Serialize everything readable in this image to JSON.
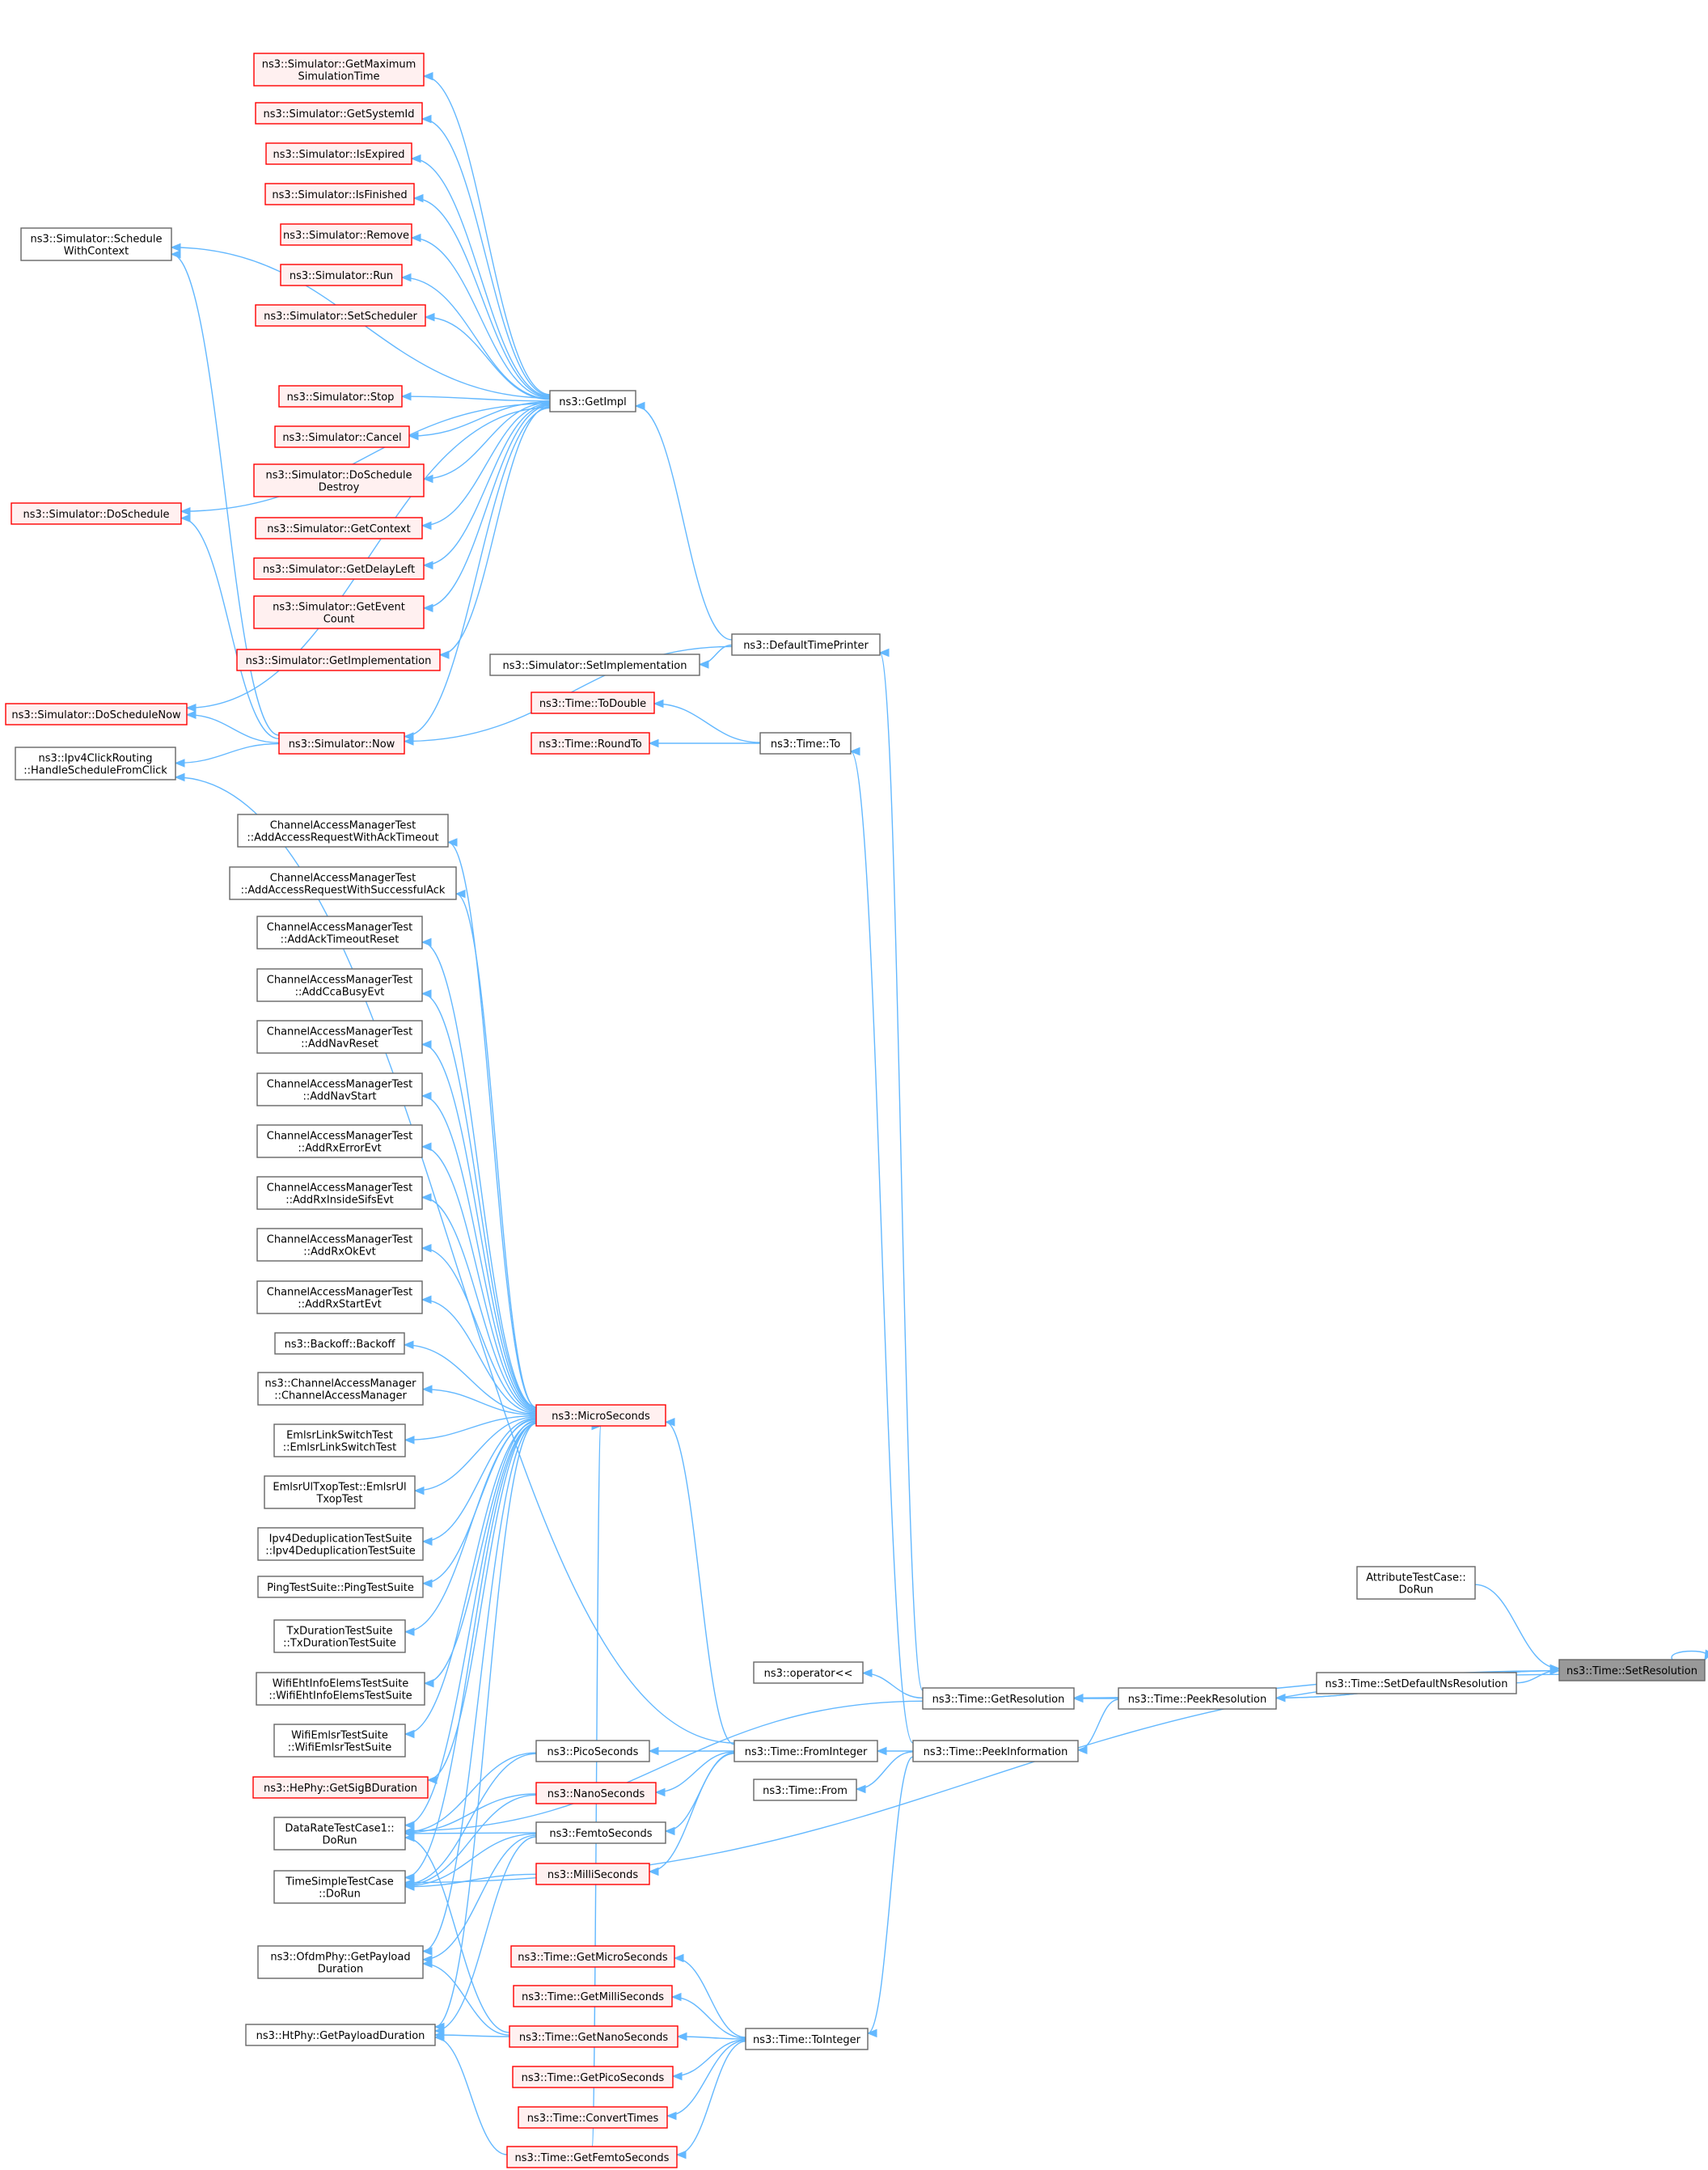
{
  "colors": {
    "edge": "#63b8ff",
    "node_fill": "#ffffff",
    "node_stroke": "#666666",
    "truncated_fill": "#fff0f0",
    "truncated_stroke": "#ff0000",
    "root_fill": "#999999",
    "root_stroke": "#666666"
  },
  "nodes": [
    {
      "id": "setres",
      "lines": [
        "ns3::Time::SetResolution"
      ],
      "style": "root"
    },
    {
      "id": "attr",
      "lines": [
        "AttributeTestCase::",
        "DoRun"
      ],
      "style": "normal"
    },
    {
      "id": "setdef",
      "lines": [
        "ns3::Time::SetDefaultNsResolution"
      ],
      "style": "normal"
    },
    {
      "id": "peekres",
      "lines": [
        "ns3::Time::PeekResolution"
      ],
      "style": "normal"
    },
    {
      "id": "getres",
      "lines": [
        "ns3::Time::GetResolution"
      ],
      "style": "normal"
    },
    {
      "id": "opshift",
      "lines": [
        "ns3::operator<<"
      ],
      "style": "normal"
    },
    {
      "id": "peekinfo",
      "lines": [
        "ns3::Time::PeekInformation"
      ],
      "style": "normal"
    },
    {
      "id": "frominteger",
      "lines": [
        "ns3::Time::FromInteger"
      ],
      "style": "normal"
    },
    {
      "id": "from",
      "lines": [
        "ns3::Time::From"
      ],
      "style": "normal"
    },
    {
      "id": "tointeger",
      "lines": [
        "ns3::Time::ToInteger"
      ],
      "style": "normal"
    },
    {
      "id": "to",
      "lines": [
        "ns3::Time::To"
      ],
      "style": "normal"
    },
    {
      "id": "todouble",
      "lines": [
        "ns3::Time::ToDouble"
      ],
      "style": "trunc"
    },
    {
      "id": "roundto",
      "lines": [
        "ns3::Time::RoundTo"
      ],
      "style": "trunc"
    },
    {
      "id": "deftp",
      "lines": [
        "ns3::DefaultTimePrinter"
      ],
      "style": "normal"
    },
    {
      "id": "setimpl",
      "lines": [
        "ns3::Simulator::SetImplementation"
      ],
      "style": "normal"
    },
    {
      "id": "getimpl",
      "lines": [
        "ns3::GetImpl"
      ],
      "style": "normal"
    },
    {
      "id": "now",
      "lines": [
        "ns3::Simulator::Now"
      ],
      "style": "trunc"
    },
    {
      "id": "getmax",
      "lines": [
        "ns3::Simulator::GetMaximum",
        "SimulationTime"
      ],
      "style": "trunc"
    },
    {
      "id": "getsys",
      "lines": [
        "ns3::Simulator::GetSystemId"
      ],
      "style": "trunc"
    },
    {
      "id": "isexp",
      "lines": [
        "ns3::Simulator::IsExpired"
      ],
      "style": "trunc"
    },
    {
      "id": "isfin",
      "lines": [
        "ns3::Simulator::IsFinished"
      ],
      "style": "trunc"
    },
    {
      "id": "remove",
      "lines": [
        "ns3::Simulator::Remove"
      ],
      "style": "trunc"
    },
    {
      "id": "run",
      "lines": [
        "ns3::Simulator::Run"
      ],
      "style": "trunc"
    },
    {
      "id": "setsched",
      "lines": [
        "ns3::Simulator::SetScheduler"
      ],
      "style": "trunc"
    },
    {
      "id": "stop",
      "lines": [
        "ns3::Simulator::Stop"
      ],
      "style": "trunc"
    },
    {
      "id": "cancel",
      "lines": [
        "ns3::Simulator::Cancel"
      ],
      "style": "trunc"
    },
    {
      "id": "doschedd",
      "lines": [
        "ns3::Simulator::DoSchedule",
        "Destroy"
      ],
      "style": "trunc"
    },
    {
      "id": "getctx",
      "lines": [
        "ns3::Simulator::GetContext"
      ],
      "style": "trunc"
    },
    {
      "id": "getdelay",
      "lines": [
        "ns3::Simulator::GetDelayLeft"
      ],
      "style": "trunc"
    },
    {
      "id": "getevc",
      "lines": [
        "ns3::Simulator::GetEvent",
        "Count"
      ],
      "style": "trunc"
    },
    {
      "id": "getimpl2",
      "lines": [
        "ns3::Simulator::GetImplementation"
      ],
      "style": "trunc"
    },
    {
      "id": "schedctx",
      "lines": [
        "ns3::Simulator::Schedule",
        "WithContext"
      ],
      "style": "normal"
    },
    {
      "id": "dosched",
      "lines": [
        "ns3::Simulator::DoSchedule"
      ],
      "style": "trunc"
    },
    {
      "id": "doschednow",
      "lines": [
        "ns3::Simulator::DoScheduleNow"
      ],
      "style": "trunc"
    },
    {
      "id": "ipv4click",
      "lines": [
        "ns3::Ipv4ClickRouting",
        "::HandleScheduleFromClick"
      ],
      "style": "normal"
    },
    {
      "id": "micro",
      "lines": [
        "ns3::MicroSeconds"
      ],
      "style": "trunc"
    },
    {
      "id": "c1",
      "lines": [
        "ChannelAccessManagerTest",
        "::AddAccessRequestWithAckTimeout"
      ],
      "style": "normal"
    },
    {
      "id": "c2",
      "lines": [
        "ChannelAccessManagerTest",
        "::AddAccessRequestWithSuccessfulAck"
      ],
      "style": "normal"
    },
    {
      "id": "c3",
      "lines": [
        "ChannelAccessManagerTest",
        "::AddAckTimeoutReset"
      ],
      "style": "normal"
    },
    {
      "id": "c4",
      "lines": [
        "ChannelAccessManagerTest",
        "::AddCcaBusyEvt"
      ],
      "style": "normal"
    },
    {
      "id": "c5",
      "lines": [
        "ChannelAccessManagerTest",
        "::AddNavReset"
      ],
      "style": "normal"
    },
    {
      "id": "c6",
      "lines": [
        "ChannelAccessManagerTest",
        "::AddNavStart"
      ],
      "style": "normal"
    },
    {
      "id": "c7",
      "lines": [
        "ChannelAccessManagerTest",
        "::AddRxErrorEvt"
      ],
      "style": "normal"
    },
    {
      "id": "c8",
      "lines": [
        "ChannelAccessManagerTest",
        "::AddRxInsideSifsEvt"
      ],
      "style": "normal"
    },
    {
      "id": "c9",
      "lines": [
        "ChannelAccessManagerTest",
        "::AddRxOkEvt"
      ],
      "style": "normal"
    },
    {
      "id": "c10",
      "lines": [
        "ChannelAccessManagerTest",
        "::AddRxStartEvt"
      ],
      "style": "normal"
    },
    {
      "id": "backoff",
      "lines": [
        "ns3::Backoff::Backoff"
      ],
      "style": "normal"
    },
    {
      "id": "cam",
      "lines": [
        "ns3::ChannelAccessManager",
        "::ChannelAccessManager"
      ],
      "style": "normal"
    },
    {
      "id": "emlsrls",
      "lines": [
        "EmlsrLinkSwitchTest",
        "::EmlsrLinkSwitchTest"
      ],
      "style": "normal"
    },
    {
      "id": "emlsrul",
      "lines": [
        "EmlsrUlTxopTest::EmlsrUl",
        "TxopTest"
      ],
      "style": "normal"
    },
    {
      "id": "ipv4dedup",
      "lines": [
        "Ipv4DeduplicationTestSuite",
        "::Ipv4DeduplicationTestSuite"
      ],
      "style": "normal"
    },
    {
      "id": "ping",
      "lines": [
        "PingTestSuite::PingTestSuite"
      ],
      "style": "normal"
    },
    {
      "id": "txdur",
      "lines": [
        "TxDurationTestSuite",
        "::TxDurationTestSuite"
      ],
      "style": "normal"
    },
    {
      "id": "wifieht",
      "lines": [
        "WifiEhtInfoElemsTestSuite",
        "::WifiEhtInfoElemsTestSuite"
      ],
      "style": "normal"
    },
    {
      "id": "wifiemlsr",
      "lines": [
        "WifiEmlsrTestSuite",
        "::WifiEmlsrTestSuite"
      ],
      "style": "normal"
    },
    {
      "id": "hesig",
      "lines": [
        "ns3::HePhy::GetSigBDuration"
      ],
      "style": "trunc"
    },
    {
      "id": "datarate",
      "lines": [
        "DataRateTestCase1::",
        "DoRun"
      ],
      "style": "normal"
    },
    {
      "id": "timesimple",
      "lines": [
        "TimeSimpleTestCase",
        "::DoRun"
      ],
      "style": "normal"
    },
    {
      "id": "ofdm",
      "lines": [
        "ns3::OfdmPhy::GetPayload",
        "Duration"
      ],
      "style": "normal"
    },
    {
      "id": "htphy",
      "lines": [
        "ns3::HtPhy::GetPayloadDuration"
      ],
      "style": "normal"
    },
    {
      "id": "pico",
      "lines": [
        "ns3::PicoSeconds"
      ],
      "style": "normal"
    },
    {
      "id": "nano",
      "lines": [
        "ns3::NanoSeconds"
      ],
      "style": "trunc"
    },
    {
      "id": "femto",
      "lines": [
        "ns3::FemtoSeconds"
      ],
      "style": "normal"
    },
    {
      "id": "milli",
      "lines": [
        "ns3::MilliSeconds"
      ],
      "style": "trunc"
    },
    {
      "id": "getmicro",
      "lines": [
        "ns3::Time::GetMicroSeconds"
      ],
      "style": "trunc"
    },
    {
      "id": "getmilli",
      "lines": [
        "ns3::Time::GetMilliSeconds"
      ],
      "style": "trunc"
    },
    {
      "id": "getnano",
      "lines": [
        "ns3::Time::GetNanoSeconds"
      ],
      "style": "trunc"
    },
    {
      "id": "getpico",
      "lines": [
        "ns3::Time::GetPicoSeconds"
      ],
      "style": "trunc"
    },
    {
      "id": "convert",
      "lines": [
        "ns3::Time::ConvertTimes"
      ],
      "style": "trunc"
    },
    {
      "id": "getfemto",
      "lines": [
        "ns3::Time::GetFemtoSeconds"
      ],
      "style": "trunc"
    }
  ],
  "edges": [
    [
      "attr",
      "setres"
    ],
    [
      "setres",
      "setres"
    ],
    [
      "setdef",
      "setres"
    ],
    [
      "peekres",
      "setres"
    ],
    [
      "setres",
      "peekres"
    ],
    [
      "setres",
      "getres"
    ],
    [
      "setres",
      "timesimple"
    ],
    [
      "peekres",
      "getres"
    ],
    [
      "peekres",
      "peekinfo"
    ],
    [
      "getres",
      "opshift"
    ],
    [
      "getres",
      "deftp"
    ],
    [
      "getres",
      "datarate"
    ],
    [
      "peekinfo",
      "frominteger"
    ],
    [
      "peekinfo",
      "from"
    ],
    [
      "peekinfo",
      "tointeger"
    ],
    [
      "peekinfo",
      "to"
    ],
    [
      "frominteger",
      "micro"
    ],
    [
      "frominteger",
      "pico"
    ],
    [
      "frominteger",
      "nano"
    ],
    [
      "frominteger",
      "femto"
    ],
    [
      "frominteger",
      "milli"
    ],
    [
      "frominteger",
      "ipv4click"
    ],
    [
      "tointeger",
      "getmicro"
    ],
    [
      "tointeger",
      "getmilli"
    ],
    [
      "tointeger",
      "getnano"
    ],
    [
      "tointeger",
      "getpico"
    ],
    [
      "tointeger",
      "convert"
    ],
    [
      "tointeger",
      "getfemto"
    ],
    [
      "to",
      "todouble"
    ],
    [
      "to",
      "roundto"
    ],
    [
      "deftp",
      "setimpl"
    ],
    [
      "deftp",
      "getimpl"
    ],
    [
      "deftp",
      "now"
    ],
    [
      "getimpl",
      "getmax"
    ],
    [
      "getimpl",
      "getsys"
    ],
    [
      "getimpl",
      "isexp"
    ],
    [
      "getimpl",
      "isfin"
    ],
    [
      "getimpl",
      "remove"
    ],
    [
      "getimpl",
      "run"
    ],
    [
      "getimpl",
      "setsched"
    ],
    [
      "getimpl",
      "stop"
    ],
    [
      "getimpl",
      "cancel"
    ],
    [
      "getimpl",
      "doschedd"
    ],
    [
      "getimpl",
      "getctx"
    ],
    [
      "getimpl",
      "getdelay"
    ],
    [
      "getimpl",
      "getevc"
    ],
    [
      "getimpl",
      "getimpl2"
    ],
    [
      "getimpl",
      "schedctx"
    ],
    [
      "getimpl",
      "dosched"
    ],
    [
      "getimpl",
      "doschednow"
    ],
    [
      "getimpl",
      "now"
    ],
    [
      "now",
      "schedctx"
    ],
    [
      "now",
      "dosched"
    ],
    [
      "now",
      "doschednow"
    ],
    [
      "now",
      "ipv4click"
    ],
    [
      "micro",
      "c1"
    ],
    [
      "micro",
      "c2"
    ],
    [
      "micro",
      "c3"
    ],
    [
      "micro",
      "c4"
    ],
    [
      "micro",
      "c5"
    ],
    [
      "micro",
      "c6"
    ],
    [
      "micro",
      "c7"
    ],
    [
      "micro",
      "c8"
    ],
    [
      "micro",
      "c9"
    ],
    [
      "micro",
      "c10"
    ],
    [
      "micro",
      "backoff"
    ],
    [
      "micro",
      "cam"
    ],
    [
      "micro",
      "emlsrls"
    ],
    [
      "micro",
      "emlsrul"
    ],
    [
      "micro",
      "ipv4dedup"
    ],
    [
      "micro",
      "ping"
    ],
    [
      "micro",
      "txdur"
    ],
    [
      "micro",
      "wifieht"
    ],
    [
      "micro",
      "wifiemlsr"
    ],
    [
      "micro",
      "hesig"
    ],
    [
      "micro",
      "datarate"
    ],
    [
      "micro",
      "timesimple"
    ],
    [
      "micro",
      "ofdm"
    ],
    [
      "micro",
      "htphy"
    ],
    [
      "pico",
      "datarate"
    ],
    [
      "pico",
      "timesimple"
    ],
    [
      "nano",
      "datarate"
    ],
    [
      "nano",
      "timesimple"
    ],
    [
      "femto",
      "datarate"
    ],
    [
      "femto",
      "timesimple"
    ],
    [
      "femto",
      "ofdm"
    ],
    [
      "femto",
      "htphy"
    ],
    [
      "milli",
      "timesimple"
    ],
    [
      "getnano",
      "htphy"
    ],
    [
      "getnano",
      "ofdm"
    ],
    [
      "getnano",
      "datarate"
    ],
    [
      "getfemto",
      "htphy"
    ],
    [
      "getfemto",
      "micro"
    ]
  ]
}
